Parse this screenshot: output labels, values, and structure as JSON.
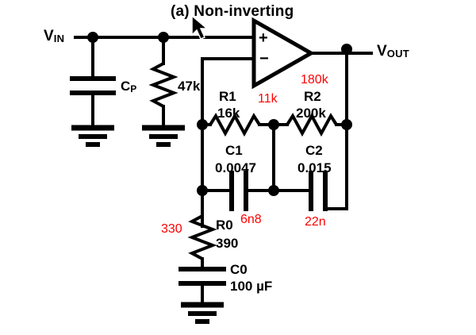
{
  "figure": {
    "title": "(a) Non-inverting",
    "accent_color": "#ff0000",
    "line_color": "#000000",
    "background": "#ffffff"
  },
  "rails": {
    "input_label": "V",
    "input_subscript": "IN",
    "output_label": "V",
    "output_subscript": "OUT"
  },
  "opamp": {
    "plus_sign": "+",
    "minus_sign": "−"
  },
  "components": [
    {
      "id": "cp",
      "name": "C",
      "subscript": "P",
      "value": "",
      "alt_value": "",
      "type": "capacitor"
    },
    {
      "id": "r47k",
      "name": "",
      "subscript": "",
      "value": "47k",
      "alt_value": "",
      "type": "resistor"
    },
    {
      "id": "r1",
      "name": "R1",
      "subscript": "",
      "value": "16k",
      "alt_value": "11k",
      "type": "resistor"
    },
    {
      "id": "r2",
      "name": "R2",
      "subscript": "",
      "value": "200k",
      "alt_value": "180k",
      "type": "resistor"
    },
    {
      "id": "c1",
      "name": "C1",
      "subscript": "",
      "value": "0.0047",
      "alt_value": "6n8",
      "type": "capacitor"
    },
    {
      "id": "c2",
      "name": "C2",
      "subscript": "",
      "value": "0.015",
      "alt_value": "22n",
      "type": "capacitor"
    },
    {
      "id": "r0",
      "name": "R0",
      "subscript": "",
      "value": "390",
      "alt_value": "330",
      "type": "resistor"
    },
    {
      "id": "c0",
      "name": "C0",
      "subscript": "",
      "value": "100 µF",
      "alt_value": "",
      "type": "capacitor"
    }
  ],
  "labels": {
    "cp_name": "C",
    "cp_sub": "P",
    "r47k_value": "47k",
    "r1_name": "R1",
    "r1_value": "16k",
    "r1_alt": "11k",
    "r2_name": "R2",
    "r2_value": "200k",
    "r2_alt": "180k",
    "c1_name": "C1",
    "c1_value": "0.0047",
    "c1_alt": "6n8",
    "c2_name": "C2",
    "c2_value": "0.015",
    "c2_alt": "22n",
    "r0_name": "R0",
    "r0_value": "390",
    "r0_alt": "330",
    "c0_name": "C0",
    "c0_value": "100 µF"
  }
}
